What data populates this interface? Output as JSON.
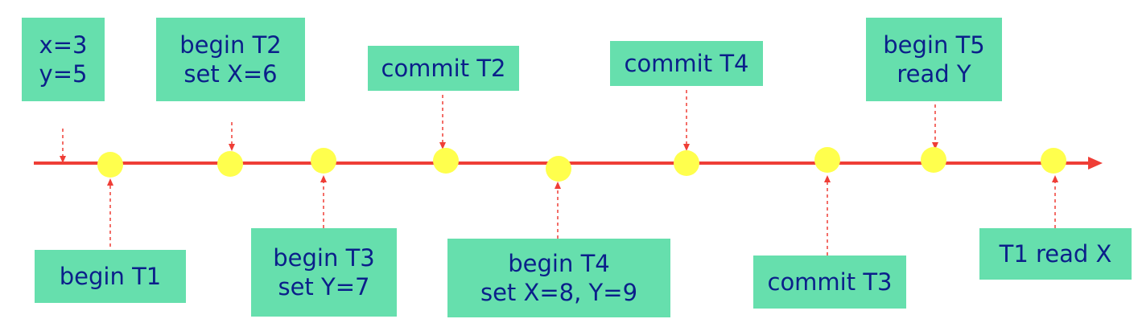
{
  "colors": {
    "timeline": "#ef3e36",
    "event_point": "#ffff4d",
    "box_fill": "#66dfad",
    "box_text": "#0b1f8a"
  },
  "boxes": {
    "initial": [
      "x=3",
      "y=5"
    ],
    "begin_t2": [
      "begin T2",
      "set X=6"
    ],
    "commit_t2": [
      "commit T2"
    ],
    "commit_t4": [
      "commit T4"
    ],
    "begin_t5": [
      "begin T5",
      "read Y"
    ],
    "begin_t1": [
      "begin T1"
    ],
    "begin_t3": [
      "begin T3",
      "set Y=7"
    ],
    "begin_t4": [
      "begin T4",
      "set X=8, Y=9"
    ],
    "commit_t3": [
      "commit T3"
    ],
    "t1_read": [
      "T1 read X"
    ]
  }
}
